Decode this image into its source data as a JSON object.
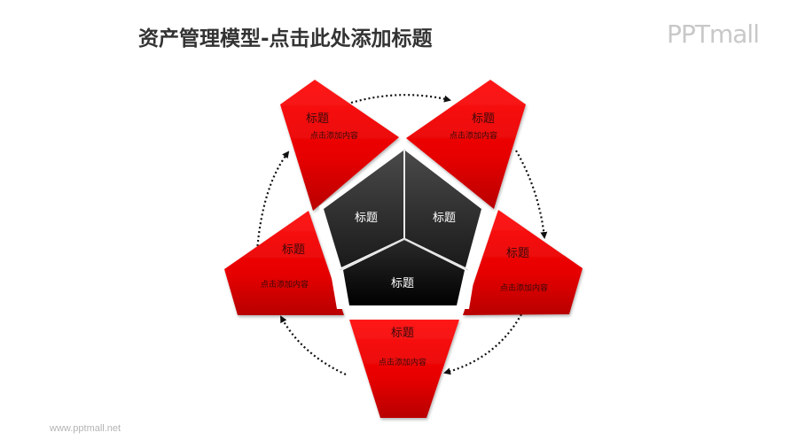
{
  "slide": {
    "title": "资产管理模型-点击此处添加标题",
    "logo": "PPTmall",
    "footer": "www.pptmall.net"
  },
  "colors": {
    "red": "#e60000",
    "dark_red": "#a80000",
    "center_dark": "#3c3c3c",
    "center_black": "#0a0a0a",
    "arrow": "#111111",
    "title": "#333333"
  },
  "segments": [
    {
      "position": "top-left",
      "title": "标题",
      "subtitle": "点击添加内容"
    },
    {
      "position": "top-right",
      "title": "标题",
      "subtitle": "点击添加内容"
    },
    {
      "position": "right",
      "title": "标题",
      "subtitle": "点击添加内容"
    },
    {
      "position": "bottom",
      "title": "标题",
      "subtitle": "点击添加内容"
    },
    {
      "position": "left",
      "title": "标题",
      "subtitle": "点击添加内容"
    }
  ],
  "center": [
    {
      "position": "upper-left",
      "title": "标题"
    },
    {
      "position": "upper-right",
      "title": "标题"
    },
    {
      "position": "bottom",
      "title": "标题"
    }
  ],
  "cycle": {
    "direction": "clockwise",
    "arrows": 5,
    "style": "dotted"
  }
}
